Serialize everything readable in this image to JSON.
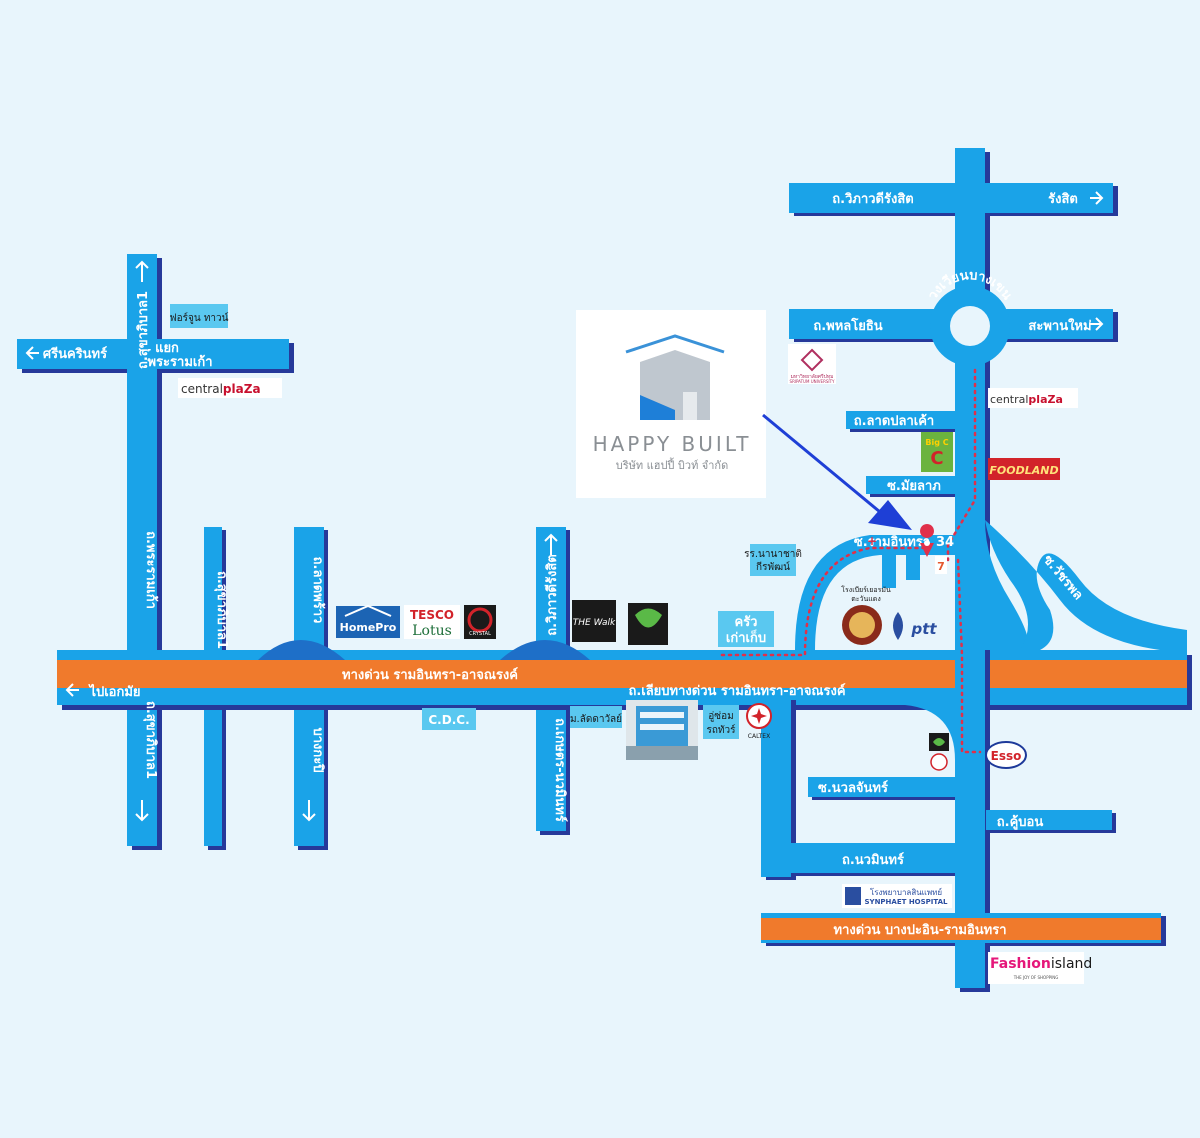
{
  "colors": {
    "background": "#e8f5fc",
    "road": "#1aa3e8",
    "road_shadow": "#26399a",
    "expressway": "#f07a2c",
    "route_dots": "#e0304a",
    "arrow": "#1e3fd6"
  },
  "company": {
    "name_en": "HAPPY BUILT",
    "name_th": "บริษัท แฮปปี้ บิวท์ จำกัด"
  },
  "roads": {
    "vibhavadi_rangsit": "ถ.วิภาวดีรังสิต",
    "rangsit": "รังสิต",
    "phahonyothin": "ถ.พหลโยธิน",
    "saphan_mai": "สะพานใหม่",
    "wongwian_bangkhen": "วงเวียนบางเขน",
    "lat_pla_khao": "ถ.ลาดปลาเค้า",
    "soi_mayalap": "ซ.มัยลาภ",
    "soi_ram_inthra": "ซ.รามอินทรา",
    "soi_number": "34",
    "soi_watcharaphon": "ซ.วัชรพล",
    "sukhaphiban1_top": "ถ.สุขาภิบาล1",
    "kaset_nawamin_top": "ถ.เกษตร-นวมินทร์",
    "lat_phrao_top": "ถ.ลาดพร้าว",
    "srinakarin": "ศรีนครินทร์",
    "yaek_phra_ram_kao_1": "แยก",
    "yaek_phra_ram_kao_2": "พระรามเก้า",
    "ram_inthra_expressway": "ทางด่วน รามอินทรา-อาจณรงค์",
    "ram_inthra_parallel": "ถ.เลียบทางด่วน รามอินทรา-อาจณรงค์",
    "pai_ekkamai": "ไปเอกมัย",
    "phra_ram_kao_lower": "ถ.พระรามเก้า",
    "lat_phrao_lower": "ถ.ลาดพร้าว",
    "bang_kapi": "บางกะปิ",
    "soi_nuanchan": "ซ.นวลจันทร์",
    "khubon": "ถ.คู้บอน",
    "nawamin": "ถ.นวมินทร์",
    "bang_pa_in_expressway": "ทางด่วน บางปะอิน-รามอินทรา",
    "kaset_nawamin_lower": "ถ.เกษตร-นวมินทร์",
    "sukhaphiban1_lower": "ถ.สุขาภิบาล1"
  },
  "places": {
    "fortune_town": "ฟอร์จูน ทาวน์",
    "central_plaza_left_1": "central",
    "central_plaza_left_2": "pla",
    "central_plaza_left_3": "Z",
    "central_plaza_left_4": "a",
    "central_plaza_right_1": "central",
    "central_plaza_right_2": "pla",
    "central_plaza_right_3": "Z",
    "central_plaza_right_4": "a",
    "sripatum": "มหาวิทยาลัยศรีปทุม",
    "sripatum_en": "SRIPATUM UNIVERSITY",
    "big_c": "Big C",
    "foodland": "FOODLAND",
    "ror_nanachat_1": "รร.นานาชาติ",
    "ror_nanachat_2": "กีรพัฒน์",
    "krua_1": "ครัว",
    "krua_2": "เก่าเก็บ",
    "beer_garden_1": "โรงเบียร์เยอรมัน",
    "beer_garden_2": "ตะวันแดง",
    "ptt": "ptt",
    "home_pro": "HomePro",
    "tesco": "TESCO",
    "lotus": "Lotus",
    "crystal": "CRYSTAL",
    "the_walk": "THE Walk",
    "cdc": "C.D.C.",
    "soi_ladda": "ม.ลัดดาวัลย์",
    "garage_1": "อู่ซ่อม",
    "garage_2": "รถทัวร์",
    "caltex": "CALTEX",
    "esso": "Esso",
    "synphaet_th": "โรงพยาบาลสินแพทย์",
    "synphaet_en": "SYNPHAET HOSPITAL",
    "fashion_1": "Fashion",
    "fashion_2": "island",
    "fashion_tag": "THE JOY OF SHOPPING",
    "seven_eleven": "7"
  }
}
